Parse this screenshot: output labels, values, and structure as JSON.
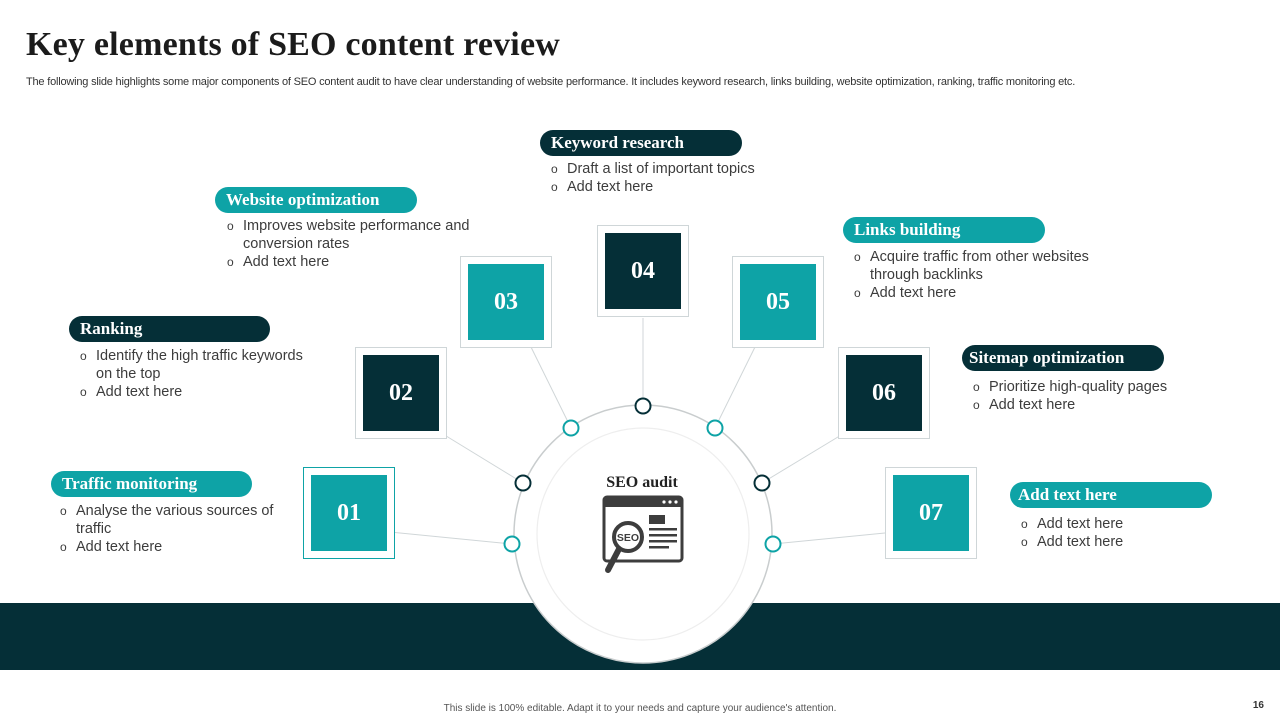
{
  "slide": {
    "title": "Key elements  of SEO content review",
    "subtitle": "The following slide highlights some major components of SEO content audit to have clear understanding of website performance. It includes keyword research, links building, website optimization, ranking, traffic monitoring etc.",
    "footer": "This slide is 100% editable.  Adapt it to your needs and capture your audience's attention.",
    "page_number": "16"
  },
  "hub": {
    "label": "SEO audit",
    "icon": "seo-audit-icon",
    "icon_text": "SEO"
  },
  "colors": {
    "teal": "#0ea3a6",
    "dark": "#052f37",
    "connector": "#d0d6d8",
    "ring": "#c9cdce"
  },
  "elements": [
    {
      "number": "01",
      "title": "Traffic monitoring",
      "style": "teal",
      "bullets": [
        "Analyse the various sources of traffic",
        "Add text here"
      ]
    },
    {
      "number": "02",
      "title": "Ranking",
      "style": "dark",
      "bullets": [
        "Identify the high traffic keywords on the top",
        "Add text here"
      ]
    },
    {
      "number": "03",
      "title": "Website optimization",
      "style": "teal",
      "bullets": [
        "Improves website performance and conversion rates",
        "Add text here"
      ]
    },
    {
      "number": "04",
      "title": "Keyword research",
      "style": "dark",
      "bullets": [
        "Draft a list of important topics",
        "Add text here"
      ]
    },
    {
      "number": "05",
      "title": "Links building",
      "style": "teal",
      "bullets": [
        "Acquire traffic from other websites through backlinks",
        "Add text here"
      ]
    },
    {
      "number": "06",
      "title": "Sitemap optimization",
      "style": "dark",
      "bullets": [
        "Prioritize high-quality pages",
        "Add text here"
      ]
    },
    {
      "number": "07",
      "title": "Add text here",
      "style": "teal",
      "bullets": [
        "Add text here",
        "Add text here"
      ]
    }
  ]
}
